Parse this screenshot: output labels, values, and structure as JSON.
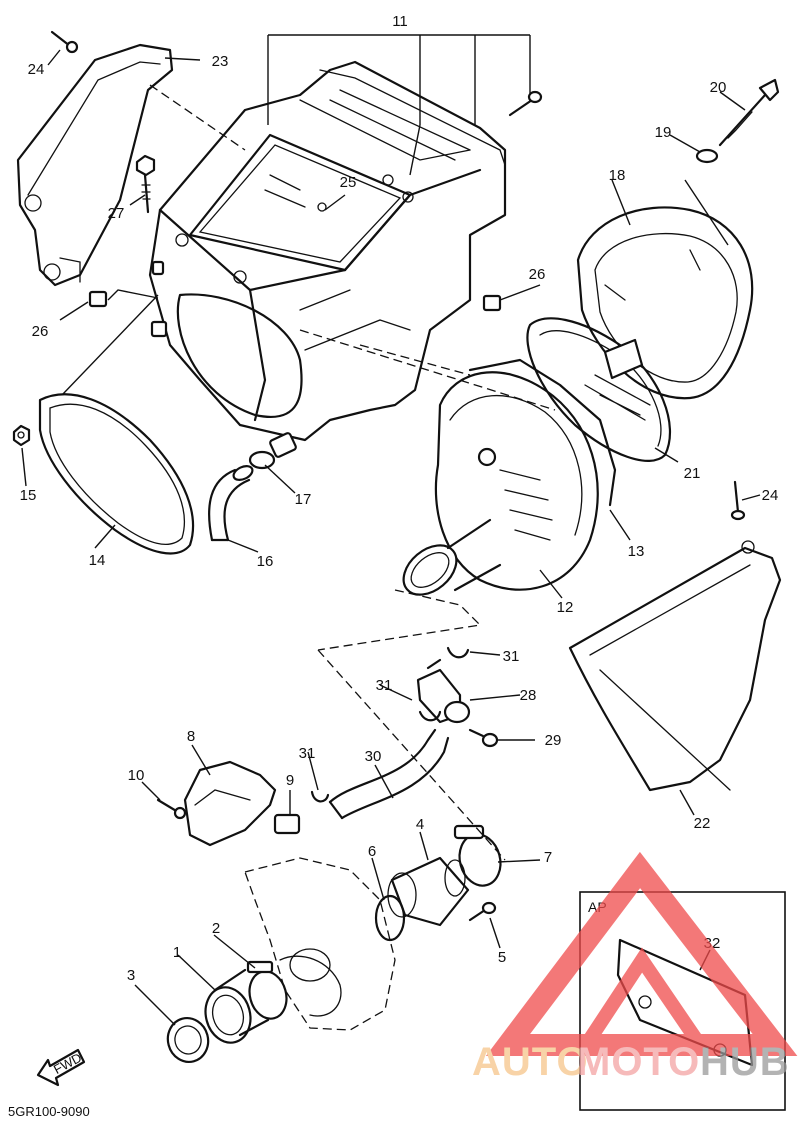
{
  "diagram": {
    "part_code": "5GR100-9090",
    "fwd_label": "FWD",
    "inset_label": "AP",
    "callouts": [
      "1",
      "2",
      "3",
      "4",
      "5",
      "6",
      "7",
      "8",
      "9",
      "10",
      "11",
      "12",
      "13",
      "14",
      "15",
      "16",
      "17",
      "18",
      "19",
      "20",
      "21",
      "22",
      "23",
      "24",
      "25",
      "26",
      "27",
      "28",
      "29",
      "30",
      "31",
      "32"
    ],
    "callout_extra": [
      "24",
      "26",
      "31"
    ]
  },
  "watermark": {
    "text_part1": "AUTO",
    "text_part2": "MOTO",
    "text_part3": "HUB",
    "colors": {
      "auto": "#f6c58a",
      "moto": "#f4a3a3",
      "hub": "#9a9a9a",
      "triangle": "#ef4b4b"
    }
  }
}
